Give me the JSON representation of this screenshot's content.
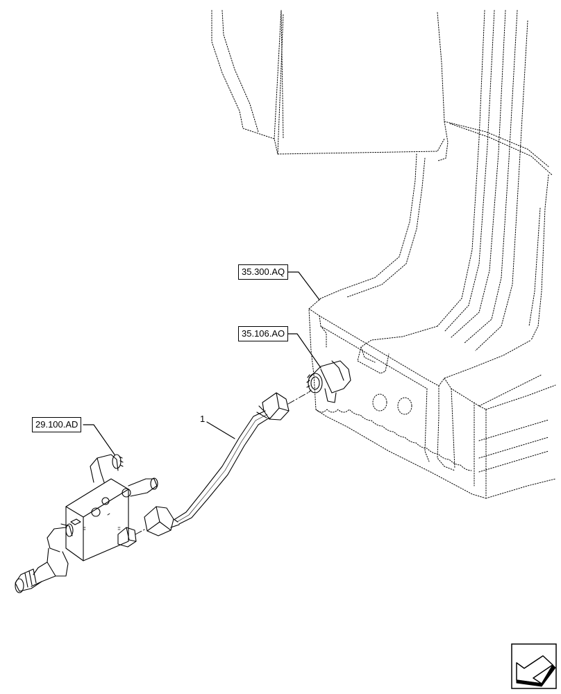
{
  "diagram": {
    "references": [
      {
        "id": "ref-35-300-aq",
        "label": "35.300.AQ"
      },
      {
        "id": "ref-35-106-ao",
        "label": "35.106.AO"
      },
      {
        "id": "ref-29-100-ad",
        "label": "29.100.AD"
      }
    ],
    "items": [
      {
        "id": "item-1",
        "label": "1"
      }
    ],
    "navigation": {
      "icon": "next-page-arrow-icon"
    },
    "colors": {
      "line": "#000000",
      "background": "#ffffff"
    }
  }
}
